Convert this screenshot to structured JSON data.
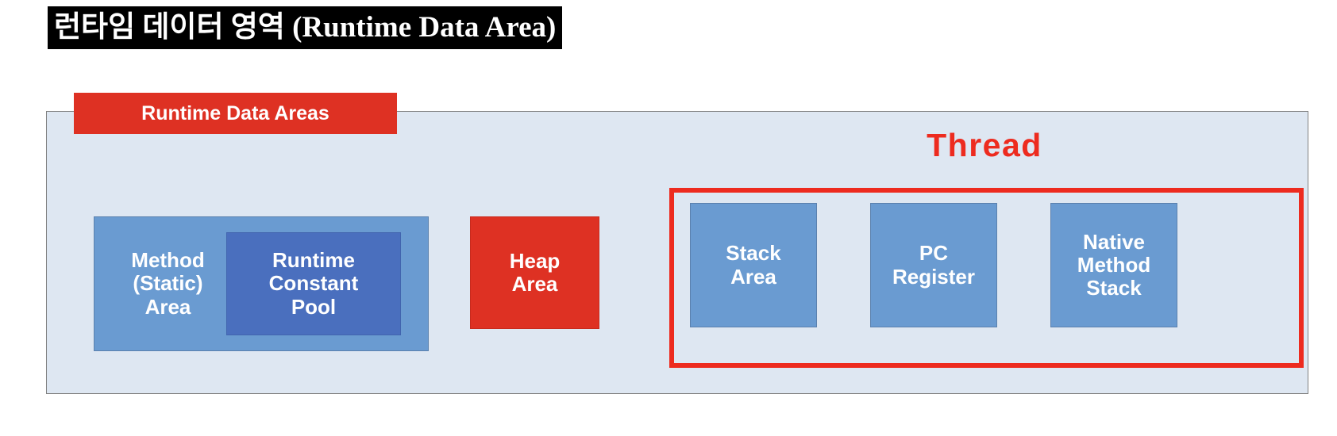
{
  "slide": {
    "title": "런타임 데이터 영역 (Runtime Data Area)"
  },
  "diagram": {
    "badge_label": "Runtime Data Areas",
    "thread_label": "Thread",
    "colors": {
      "container_background": "#DEE7F2",
      "container_border": "#808080",
      "accent_red": "#DE3123",
      "thread_red": "#ED2B1F",
      "box_blue": "#6A9BD1",
      "box_blue_dark": "#4A6FBE",
      "box_text": "#FFFFFF",
      "title_background": "#000000",
      "title_text": "#FFFFFF"
    },
    "boxes": [
      {
        "id": "method-area",
        "label": "Method\n(Static)\nArea",
        "color": "#6A9BD1",
        "group": "shared"
      },
      {
        "id": "runtime-constant-pool",
        "label": "Runtime\nConstant\nPool",
        "color": "#4A6FBE",
        "group": "shared"
      },
      {
        "id": "heap-area",
        "label": "Heap\nArea",
        "color": "#DE3123",
        "group": "shared"
      },
      {
        "id": "stack-area",
        "label": "Stack\nArea",
        "color": "#6A9BD1",
        "group": "thread"
      },
      {
        "id": "pc-register",
        "label": "PC\nRegister",
        "color": "#6A9BD1",
        "group": "thread"
      },
      {
        "id": "native-method-stack",
        "label": "Native\nMethod\nStack",
        "color": "#6A9BD1",
        "group": "thread"
      }
    ]
  }
}
